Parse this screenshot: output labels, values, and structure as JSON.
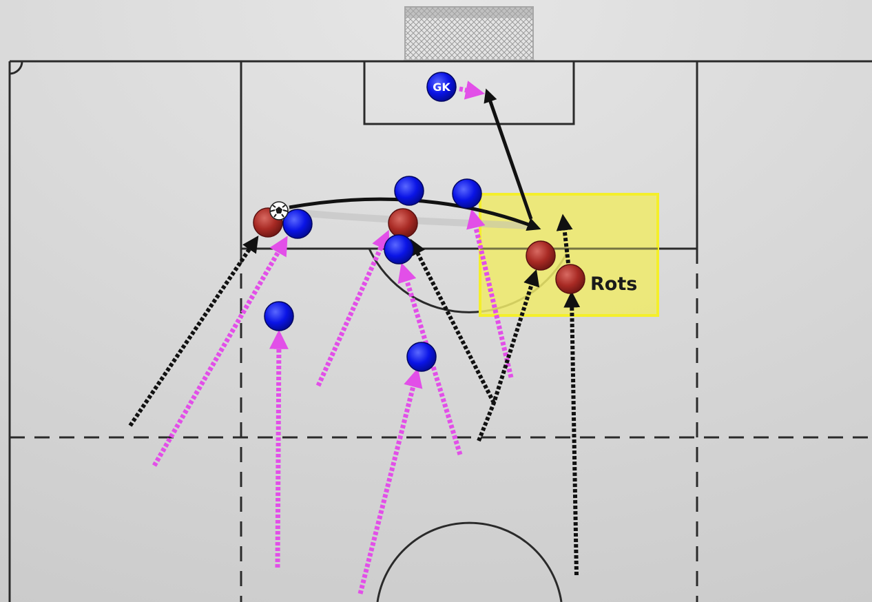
{
  "board": {
    "title": "",
    "colors": {
      "pitch": "#d0d0d0",
      "lines": "#2a2a2a",
      "team_blue": "#0a14e6",
      "team_red": "#a82a24",
      "defender_run": "#e24fe8",
      "attacker_run": "#111111",
      "zone_fill": "#eeea6a",
      "zone_border": "#f4ef2a"
    }
  },
  "zone": {
    "label": "Rots"
  },
  "goalkeeper": {
    "label": "GK"
  },
  "players": [
    {
      "team": "red"
    },
    {
      "team": "red"
    },
    {
      "team": "red"
    },
    {
      "team": "red"
    },
    {
      "team": "blue"
    },
    {
      "team": "blue"
    },
    {
      "team": "blue"
    },
    {
      "team": "blue"
    },
    {
      "team": "blue"
    },
    {
      "team": "blue"
    },
    {
      "team": "blue"
    }
  ],
  "ball": {
    "icon": "soccer-ball-icon"
  }
}
